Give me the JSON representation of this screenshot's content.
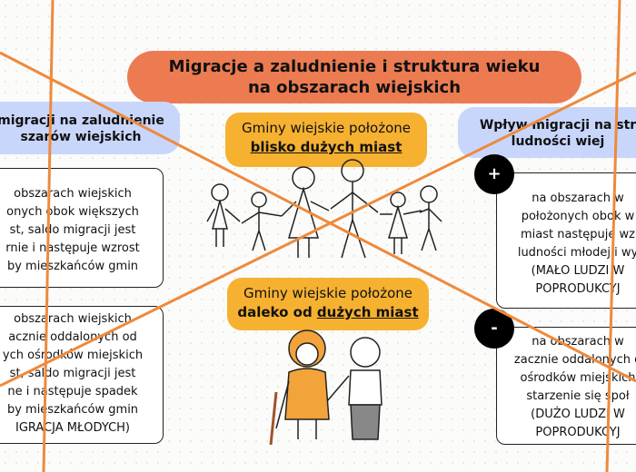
{
  "title": {
    "line1": "Migracje a zaludnienie i struktura wieku",
    "line2": "na obszarach wiejskich"
  },
  "left": {
    "header": {
      "line1": "migracji na zaludnienie",
      "line2": "szarów wiejskich"
    },
    "box1": [
      "obszarach wiejskich",
      "onych obok większych",
      "st, saldo migracji jest",
      "rnie i następuje wzrost",
      "by mieszkańców gmin"
    ],
    "box2": [
      "obszarach wiejskich",
      "acznie oddalonych od",
      "ych ośrodków miejskich",
      "st, saldo migracji jest",
      "ne i następuje spadek",
      "by mieszkańców gmin",
      "IGRACJA MŁODYCH)"
    ]
  },
  "center": {
    "near": {
      "line1": "Gminy wiejskie położone",
      "line2": "blisko dużych miast"
    },
    "far": {
      "line1": "Gminy wiejskie położone",
      "line2_pre": "daleko od ",
      "line2_u": "dużych miast"
    }
  },
  "right": {
    "header": {
      "line1": "Wpływ migracji na str",
      "line2": "ludności wiej"
    },
    "plus": {
      "symbol": "+",
      "lines": [
        "na obszarach w",
        "położonych obok w",
        "miast następuje wz",
        "ludności młodej i wy",
        "(MAŁO LUDZI W",
        "POPRODUKCYJ"
      ]
    },
    "minus": {
      "symbol": "-",
      "lines": [
        "na obszarach w",
        "zacznie oddalonych o",
        "ośrodków miejskich",
        "starzenie się społ",
        "(DUŻO LUDZI W",
        "POPRODUKCYJ"
      ]
    }
  },
  "colors": {
    "title": "#ec7b52",
    "header": "#c8d6fb",
    "label": "#f6b131",
    "strike": "#ee8a3c"
  }
}
